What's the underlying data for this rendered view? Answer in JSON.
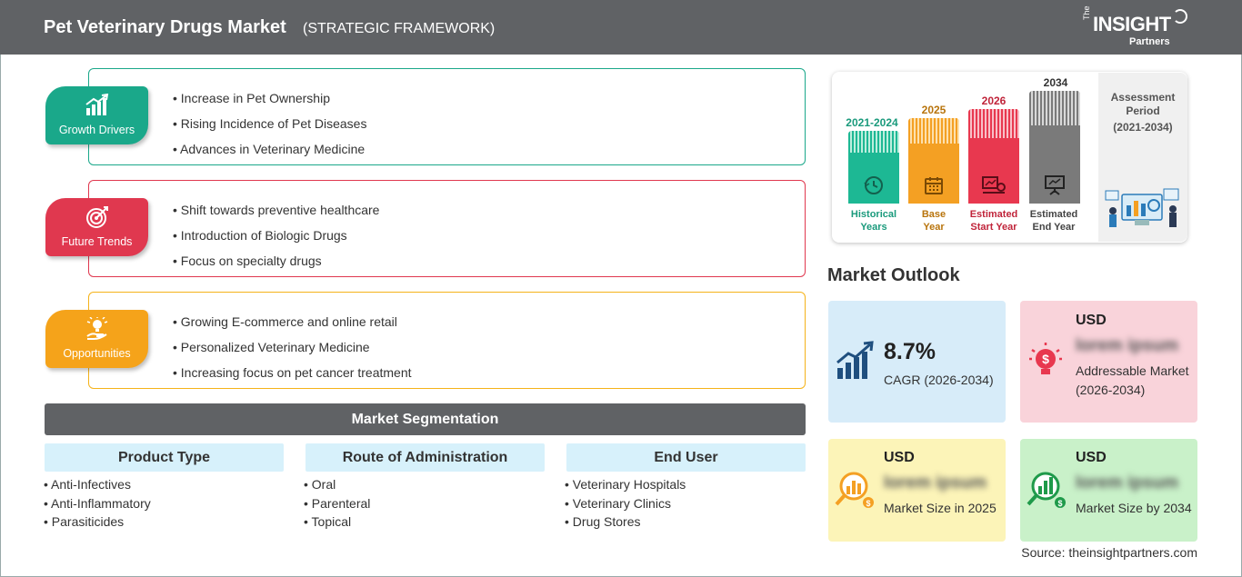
{
  "header": {
    "title": "Pet Veterinary Drugs Market",
    "subtitle": "(STRATEGIC FRAMEWORK)",
    "logo_the": "The",
    "logo_main": "INSIGHT",
    "logo_partners": "Partners"
  },
  "colors": {
    "header_bg": "#606265",
    "growth": "#1aa88a",
    "trends": "#e0384f",
    "opportunities": "#f5a31a",
    "historical": "#1db894",
    "base": "#f4a023",
    "start": "#e8384f",
    "end": "#7a7a7a"
  },
  "framework": [
    {
      "label": "Growth Drivers",
      "icon": "growth-chart-icon",
      "items": [
        "Increase in Pet Ownership",
        "Rising Incidence of Pet Diseases",
        "Advances in Veterinary Medicine"
      ]
    },
    {
      "label": "Future Trends",
      "icon": "target-icon",
      "items": [
        "Shift towards preventive healthcare",
        "Introduction of Biologic Drugs",
        "Focus on specialty drugs"
      ]
    },
    {
      "label": "Opportunities",
      "icon": "lightbulb-hand-icon",
      "items": [
        "Growing E-commerce and online retail",
        "Personalized Veterinary Medicine",
        "Increasing focus on pet cancer treatment"
      ]
    }
  ],
  "segmentation": {
    "title": "Market Segmentation",
    "columns": [
      {
        "header": "Product Type",
        "items": [
          "Anti-Infectives",
          "Anti-Inflammatory",
          "Parasiticides"
        ]
      },
      {
        "header": "Route of Administration",
        "items": [
          "Oral",
          "Parenteral",
          "Topical"
        ]
      },
      {
        "header": "End User",
        "items": [
          "Veterinary Hospitals",
          "Veterinary Clinics",
          "Drug Stores"
        ]
      }
    ]
  },
  "timeline": {
    "columns": [
      {
        "year": "2021-2024",
        "caption_1": "Historical",
        "caption_2": "Years",
        "icon": "history-icon"
      },
      {
        "year": "2025",
        "caption_1": "Base",
        "caption_2": "Year",
        "icon": "calendar-icon"
      },
      {
        "year": "2026",
        "caption_1": "Estimated",
        "caption_2": "Start Year",
        "icon": "analytics-icon"
      },
      {
        "year": "2034",
        "caption_1": "Estimated",
        "caption_2": "End Year",
        "icon": "presentation-icon"
      }
    ],
    "assessment_label_1": "Assessment",
    "assessment_label_2": "Period",
    "assessment_period": "(2021-2034)"
  },
  "outlook": {
    "title": "Market Outlook",
    "cagr_value": "8.7%",
    "cagr_label": "CAGR (2026-2034)",
    "addressable_usd": "USD",
    "addressable_value": "lorem ipsum",
    "addressable_label": "Addressable Market (2026-2034)",
    "size2025_usd": "USD",
    "size2025_value": "lorem ipsum",
    "size2025_label": "Market Size in 2025",
    "size2034_usd": "USD",
    "size2034_value": "lorem ipsum",
    "size2034_label": "Market Size by 2034"
  },
  "source": "Source: theinsightpartners.com"
}
